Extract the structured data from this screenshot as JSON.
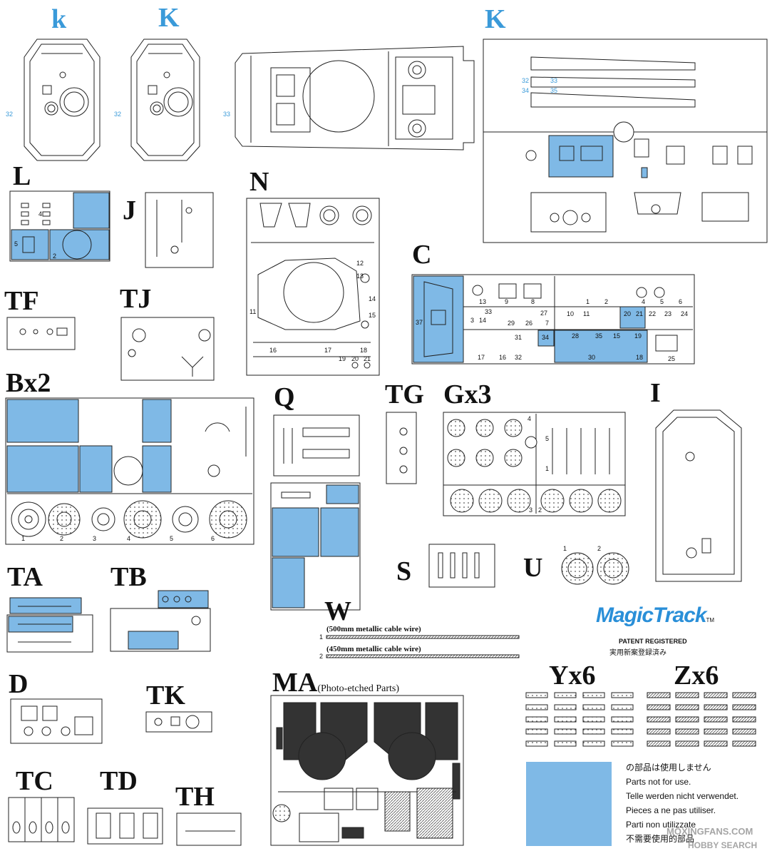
{
  "sections": {
    "k_small": "k",
    "K1": "K",
    "K2": "K",
    "L": "L",
    "J": "J",
    "N": "N",
    "C": "C",
    "TF": "TF",
    "TJ": "TJ",
    "Bx2": "Bx2",
    "Q": "Q",
    "TG": "TG",
    "Gx3": "Gx3",
    "I": "I",
    "TA": "TA",
    "TB": "TB",
    "S": "S",
    "U": "U",
    "W": "W",
    "D": "D",
    "TK": "TK",
    "MA": "MA",
    "Yx6": "Yx6",
    "Zx6": "Zx6",
    "TC": "TC",
    "TD": "TD",
    "TH": "TH"
  },
  "ma_subtitle": "(Photo-etched Parts)",
  "wires": {
    "w1": "(500mm metallic cable wire)",
    "w2": "(450mm metallic cable wire)",
    "n1": "1",
    "n2": "2"
  },
  "logo": {
    "main": "MagicTrack",
    "tm": "TM",
    "patent": "PATENT REGISTERED",
    "jp": "実用新案登録済み"
  },
  "legend": {
    "lines": [
      "の部品は使用しません",
      "Parts not for use.",
      "Telle werden nicht verwendet.",
      "Pieces a ne pas utiliser.",
      "Parti non utilizzate",
      "不需要使用的部品"
    ],
    "swatch_color": "#7fb9e6"
  },
  "watermark": {
    "line1": "MOXINGFANS.COM",
    "line2": "HOBBY SEARCH"
  },
  "labels": {
    "k32": "32",
    "K32": "32",
    "K33": "33",
    "Kt32": "32",
    "Kt33": "33",
    "Kt34": "34",
    "Kt35": "35",
    "L5": "5",
    "L2": "2",
    "L4": "4",
    "N11": "11",
    "N13": "13",
    "N14": "14",
    "N15": "15",
    "N16": "16",
    "N17": "17",
    "N18": "18",
    "N19": "19",
    "N20": "20",
    "N21": "21",
    "N12": "12",
    "C37": "37",
    "C13": "13",
    "C9": "9",
    "C8": "8",
    "C1": "1",
    "C2": "2",
    "C4": "4",
    "C5": "5",
    "C6": "6",
    "C33": "33",
    "C29": "29",
    "C26": "26",
    "C27": "27",
    "C7": "7",
    "C10": "10",
    "C11": "11",
    "C3": "3",
    "C14": "14",
    "C20": "20",
    "C21": "21",
    "C22": "22",
    "C23": "23",
    "C24": "24",
    "C17": "17",
    "C16": "16",
    "C31": "31",
    "C32": "32",
    "C34": "34",
    "C28": "28",
    "C35": "35",
    "C15": "15",
    "C19": "19",
    "C30": "30",
    "C18": "18",
    "C25": "25",
    "B1": "1",
    "B2": "2",
    "B3": "3",
    "B4": "4",
    "B5": "5",
    "B6": "6",
    "G4": "4",
    "G3": "3",
    "G2": "2",
    "G1": "1",
    "G5": "5",
    "U1": "1",
    "U2": "2"
  }
}
